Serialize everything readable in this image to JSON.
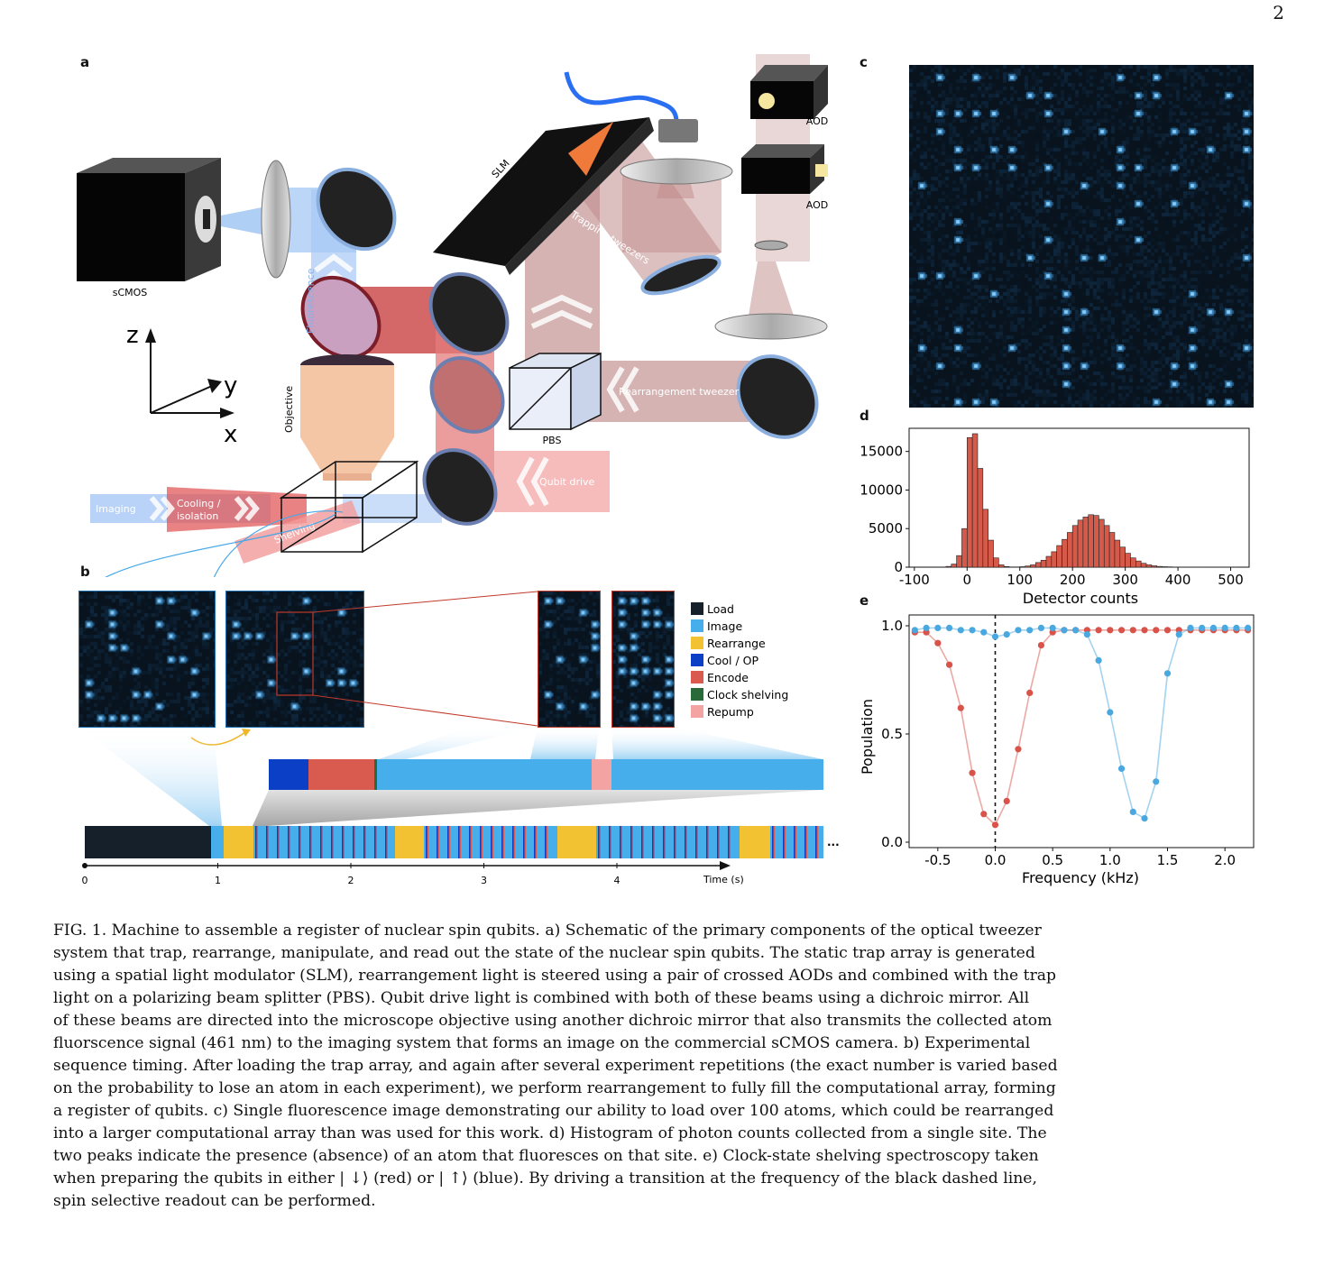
{
  "page_number": "2",
  "panels": {
    "a": "a",
    "b": "b",
    "c": "c",
    "d": "d",
    "e": "e"
  },
  "schematic": {
    "camera": "sCMOS",
    "objective": "Objective",
    "slm": "SLM",
    "aod_top": "AOD",
    "aod_bottom": "AOD",
    "pbs": "PBS",
    "fluorescence": "Fluorescence",
    "trapping": "Trapping tweezers",
    "rearrangement": "Rearrangement tweezer",
    "qubit_drive": "Qubit drive",
    "imaging": "Imaging",
    "cooling": "Cooling /",
    "isolation": "isolation",
    "shelving": "Shelving",
    "axes": {
      "z": "z",
      "y": "y",
      "x": "x"
    }
  },
  "sequence": {
    "legend": [
      {
        "label": "Load",
        "color": "#15202b"
      },
      {
        "label": "Image",
        "color": "#46aeea"
      },
      {
        "label": "Rearrange",
        "color": "#f2c232"
      },
      {
        "label": "Cool / OP",
        "color": "#0b3fc6"
      },
      {
        "label": "Encode",
        "color": "#d95a4e"
      },
      {
        "label": "Clock shelving",
        "color": "#2a6a3a"
      },
      {
        "label": "Repump",
        "color": "#f4a3a3"
      }
    ],
    "ellipsis": "...",
    "time_label": "Time (s)",
    "time_ticks": [
      "0",
      "1",
      "2",
      "3",
      "4"
    ]
  },
  "chart_data": [
    {
      "panel": "d",
      "type": "bar",
      "xlabel": "Detector counts",
      "ylabel": "",
      "xlim": [
        -110,
        535
      ],
      "ylim": [
        0,
        18000
      ],
      "xticks": [
        "-100",
        "0",
        "100",
        "200",
        "300",
        "400",
        "500"
      ],
      "yticks": [
        "0",
        "5000",
        "10000",
        "15000"
      ],
      "bin_width": 10,
      "bins_start": [
        -40,
        -30,
        -20,
        -10,
        0,
        10,
        20,
        30,
        40,
        50,
        60,
        70,
        80,
        90,
        100,
        110,
        120,
        130,
        140,
        150,
        160,
        170,
        180,
        190,
        200,
        210,
        220,
        230,
        240,
        250,
        260,
        270,
        280,
        290,
        300,
        310,
        320,
        330,
        340,
        350,
        360,
        370,
        380,
        390,
        400,
        410,
        420,
        430,
        440,
        450,
        460,
        470,
        480,
        490,
        500
      ],
      "values": [
        100,
        400,
        1500,
        5000,
        16800,
        17300,
        12800,
        7500,
        3500,
        1200,
        300,
        80,
        30,
        30,
        60,
        150,
        300,
        600,
        900,
        1400,
        2000,
        2800,
        3600,
        4500,
        5400,
        6100,
        6500,
        6800,
        6700,
        6200,
        5400,
        4500,
        3500,
        2600,
        1800,
        1200,
        800,
        500,
        300,
        180,
        100,
        60,
        40,
        20,
        10,
        8,
        5,
        4,
        3,
        2,
        2,
        1,
        1,
        1,
        1
      ],
      "bar_color": "#d55a4a"
    },
    {
      "panel": "e",
      "type": "line",
      "xlabel": "Frequency (kHz)",
      "ylabel": "Population",
      "xlim": [
        -0.75,
        2.25
      ],
      "ylim": [
        0.0,
        1.0
      ],
      "xticks": [
        "-0.5",
        "0.0",
        "0.5",
        "1.0",
        "1.5",
        "2.0"
      ],
      "yticks": [
        "0.0",
        "0.5",
        "1.0"
      ],
      "dashed_vline_x": 0.0,
      "x": [
        -0.7,
        -0.6,
        -0.5,
        -0.4,
        -0.3,
        -0.2,
        -0.1,
        0.0,
        0.1,
        0.2,
        0.3,
        0.4,
        0.5,
        0.6,
        0.7,
        0.8,
        0.9,
        1.0,
        1.1,
        1.2,
        1.3,
        1.4,
        1.5,
        1.6,
        1.7,
        1.8,
        1.9,
        2.0,
        2.1,
        2.2
      ],
      "series": [
        {
          "color": "#d9534a",
          "values": [
            0.97,
            0.97,
            0.92,
            0.82,
            0.62,
            0.32,
            0.13,
            0.08,
            0.19,
            0.43,
            0.69,
            0.91,
            0.97,
            0.98,
            0.98,
            0.98,
            0.98,
            0.98,
            0.98,
            0.98,
            0.98,
            0.98,
            0.98,
            0.98,
            0.98,
            0.98,
            0.98,
            0.98,
            0.98,
            0.98
          ]
        },
        {
          "color": "#4aa8e0",
          "values": [
            0.98,
            0.99,
            0.99,
            0.99,
            0.98,
            0.98,
            0.97,
            0.95,
            0.96,
            0.98,
            0.98,
            0.99,
            0.99,
            0.98,
            0.98,
            0.96,
            0.84,
            0.6,
            0.34,
            0.14,
            0.11,
            0.28,
            0.78,
            0.96,
            0.99,
            0.99,
            0.99,
            0.99,
            0.99,
            0.99
          ]
        }
      ]
    }
  ],
  "caption": {
    "lines": [
      "FIG. 1.   Machine to assemble a register of nuclear spin qubits. a) Schematic of the primary components of the optical tweezer",
      "system that trap, rearrange, manipulate, and read out the state of the nuclear spin qubits. The static trap array is generated",
      "using a spatial light modulator (SLM), rearrangement light is steered using a pair of crossed AODs and combined with the trap",
      "light on a polarizing beam splitter (PBS). Qubit drive light is combined with both of these beams using a dichroic mirror. All",
      "of these beams are directed into the microscope objective using another dichroic mirror that also transmits the collected atom",
      "fluorscence signal (461 nm) to the imaging system that forms an image on the commercial sCMOS camera. b) Experimental",
      "sequence timing. After loading the trap array, and again after several experiment repetitions (the exact number is varied based",
      "on the probability to lose an atom in each experiment), we perform rearrangement to fully fill the computational array, forming",
      "a register of qubits. c) Single fluorescence image demonstrating our ability to load over 100 atoms, which could be rearranged",
      "into a larger computational array than was used for this work. d) Histogram of photon counts collected from a single site. The",
      "two peaks indicate the presence (absence) of an atom that fluoresces on that site. e) Clock-state shelving spectroscopy taken",
      "when preparing the qubits in either | ↓⟩ (red) or | ↑⟩ (blue). By driving a transition at the frequency of the black dashed line,",
      "spin selective readout can be performed."
    ]
  }
}
